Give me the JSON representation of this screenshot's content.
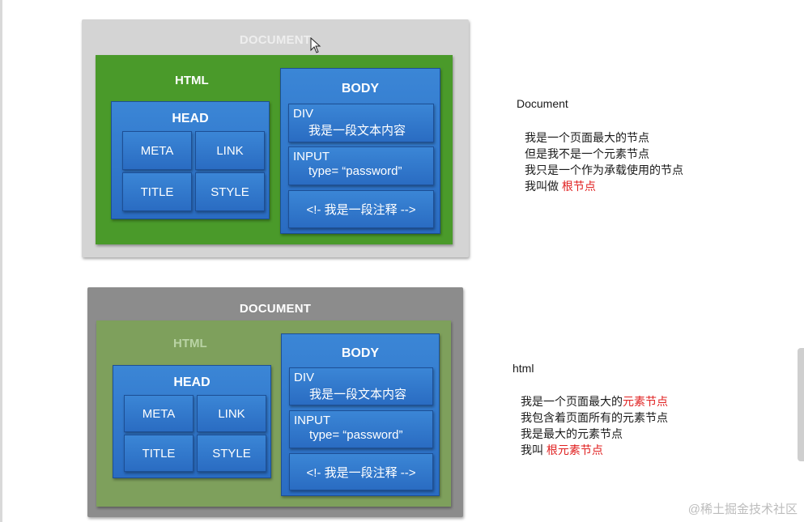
{
  "diagram_top": {
    "document_label": "DOCUMENT",
    "html_label": "HTML",
    "head": {
      "title": "HEAD",
      "cells": [
        "META",
        "LINK",
        "TITLE",
        "STYLE"
      ]
    },
    "body": {
      "title": "BODY",
      "div_tag": "DIV",
      "div_text": "我是一段文本内容",
      "input_tag": "INPUT",
      "input_attr": "type=  “password”",
      "comment": "<!- 我是一段注释 -->"
    }
  },
  "diagram_bottom": {
    "document_label": "DOCUMENT",
    "html_label": "HTML",
    "head": {
      "title": "HEAD",
      "cells": [
        "META",
        "LINK",
        "TITLE",
        "STYLE"
      ]
    },
    "body": {
      "title": "BODY",
      "div_tag": "DIV",
      "div_text": "我是一段文本内容",
      "input_tag": "INPUT",
      "input_attr": "type=  “password”",
      "comment": "<!- 我是一段注释 -->"
    }
  },
  "notes_top": {
    "heading": "Document",
    "line1": "我是一个页面最大的节点",
    "line2": "但是我不是一个元素节点",
    "line3": "我只是一个作为承载使用的节点",
    "line4_prefix": "我叫做 ",
    "line4_highlight": "根节点"
  },
  "notes_bottom": {
    "heading": "html",
    "line1_prefix": "我是一个页面最大的",
    "line1_highlight": "元素节点",
    "line2": "我包含着页面所有的元素节点",
    "line3": "我是最大的元素节点",
    "line4_prefix": "我叫 ",
    "line4_highlight": "根元素节点"
  },
  "watermark": "@稀土掘金技术社区",
  "colors": {
    "doc_top_bg": "#d4d4d4",
    "doc_top_text": "#eeeeee",
    "html_top_bg": "#4a9a2a",
    "doc_bottom_bg": "#8c8c8c",
    "doc_bottom_text": "#ffffff",
    "html_bottom_bg": "#7ea05c",
    "html_bottom_text": "#b9d3a4",
    "blue": "#2f74c9",
    "highlight": "#e02020"
  }
}
